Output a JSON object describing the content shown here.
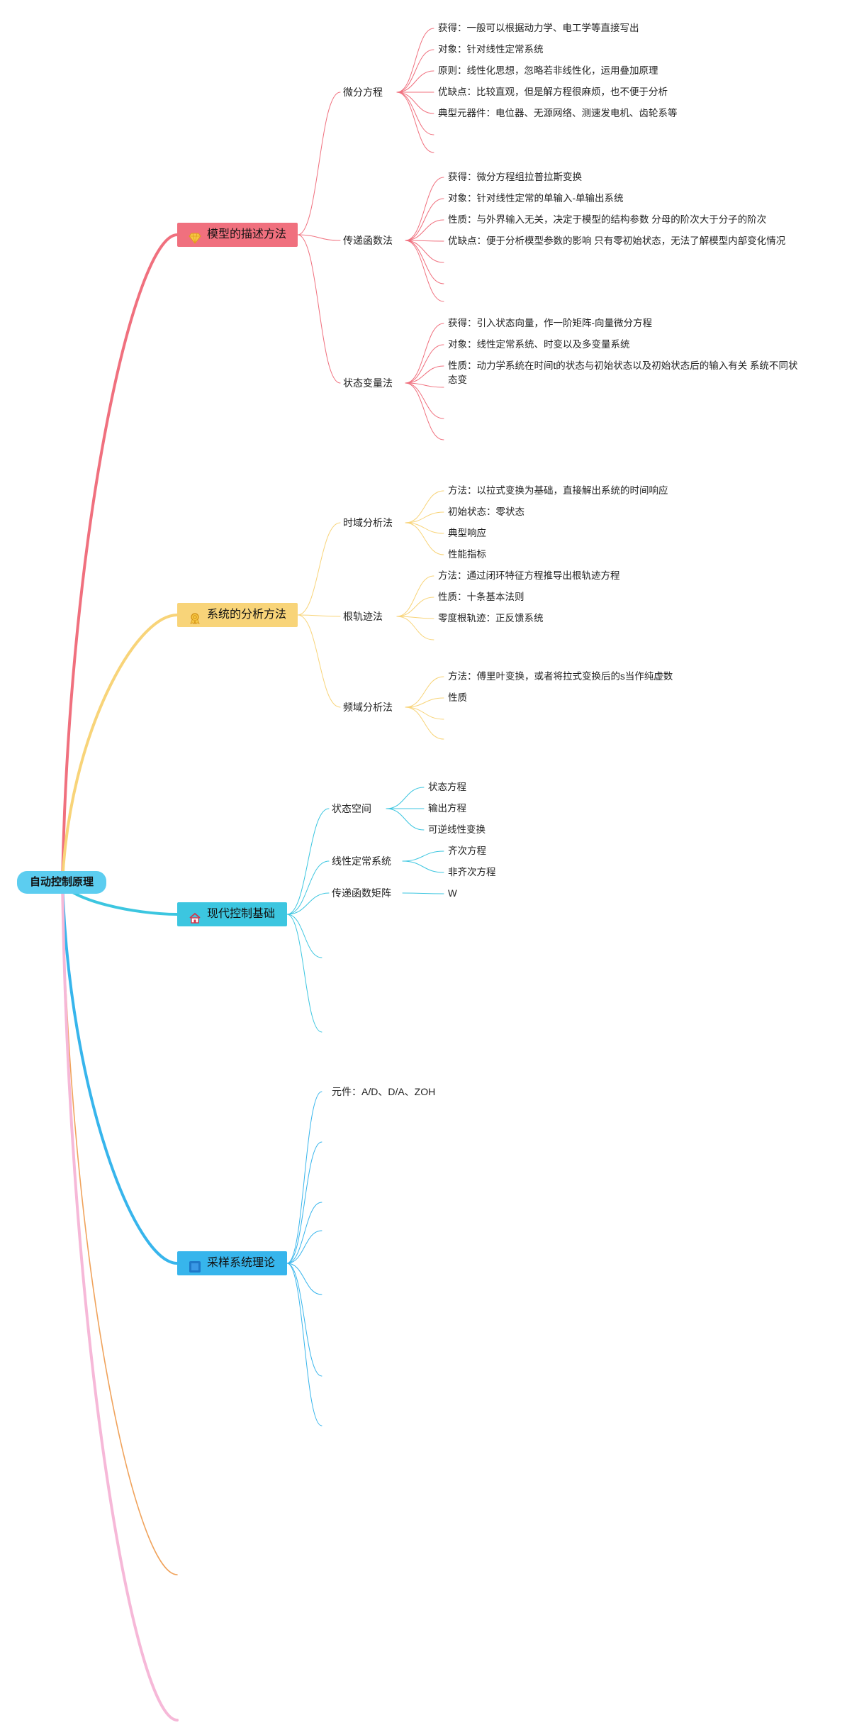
{
  "root": "自动控制原理",
  "topics": [
    {
      "label": "模型的描述方法",
      "icon": "gem-icon",
      "color": "#f0707e",
      "subs": [
        {
          "label": "微分方程",
          "items": [
            "获得：一般可以根据动力学、电工学等直接写出",
            "对象：针对线性定常系统",
            "原则：线性化思想，忽略若非线性化，运用叠加原理",
            "优缺点：比较直观，但是解方程很麻烦，也不便于分析",
            "典型元器件：电位器、无源网络、测速发电机、齿轮系等"
          ]
        },
        {
          "label": "传递函数法",
          "items": [
            "获得：微分方程组拉普拉斯变换",
            "对象：针对线性定常的单输入-单输出系统",
            "性质：与外界输入无关，决定于模型的结构参数 分母的阶次大于分子的阶次",
            "优缺点：便于分析模型参数的影响 只有零初始状态，无法了解模型内部变化情况"
          ]
        },
        {
          "label": "状态变量法",
          "items": [
            "获得：引入状态向量，作一阶矩阵-向量微分方程",
            "对象：线性定常系统、时变以及多变量系统",
            "性质：动力学系统在时间t的状态与初始状态以及初始状态后的输入有关 系统不同状态变"
          ]
        }
      ]
    },
    {
      "label": "系统的分析方法",
      "icon": "award-icon",
      "color": "#f8d479",
      "subs": [
        {
          "label": "时域分析法",
          "items": [
            "方法：以拉式变换为基础，直接解出系统的时间响应",
            "初始状态：零状态",
            "典型响应",
            "性能指标"
          ]
        },
        {
          "label": "根轨迹法",
          "items": [
            "方法：通过闭环特征方程推导出根轨迹方程",
            "性质：十条基本法则",
            "零度根轨迹：正反馈系统"
          ]
        },
        {
          "label": "频域分析法",
          "items": [
            "方法：傅里叶变换，或者将拉式变换后的s当作纯虚数",
            "性质"
          ]
        }
      ]
    },
    {
      "label": "现代控制基础",
      "icon": "home-icon",
      "color": "#3cc6e0",
      "subs": [
        {
          "label": "状态空间",
          "items": [
            "状态方程",
            "输出方程",
            "可逆线性变换"
          ]
        },
        {
          "label": "线性定常系统",
          "items": [
            "齐次方程",
            "非齐次方程"
          ]
        },
        {
          "label": "传递函数矩阵",
          "items": [
            "W"
          ]
        }
      ]
    },
    {
      "label": "采样系统理论",
      "icon": "square-icon",
      "color": "#37b5ec",
      "subs": [
        {
          "label": "元件：A/D、D/A、ZOH",
          "items": []
        }
      ]
    }
  ],
  "colors": {
    "root": "#5ccdf0",
    "orange_branch": "#f0a35c",
    "pink_branch": "#f6b8d8"
  }
}
